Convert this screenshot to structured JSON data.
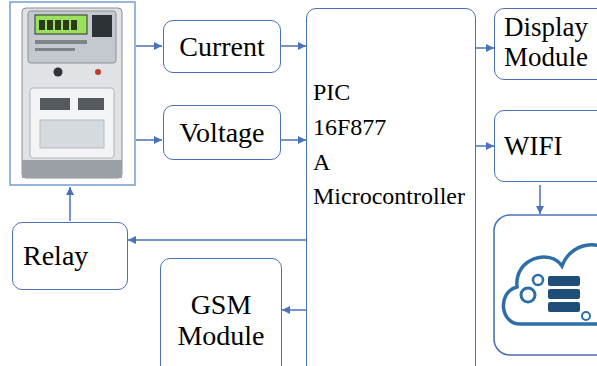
{
  "diagram": {
    "nodes": [
      {
        "text": [
          "Current"
        ]
      },
      {
        "text": [
          "Voltage"
        ]
      },
      {
        "text": [
          "PIC 16F877 A Microcontroller"
        ]
      },
      {
        "text": [
          "Display Module"
        ]
      },
      {
        "text": [
          "WIFI"
        ]
      },
      {
        "text": [
          "Relay"
        ]
      },
      {
        "text": [
          "GSM Module"
        ]
      }
    ],
    "edges": [
      {
        "from": 0,
        "to": 2,
        "arrow": "to"
      },
      {
        "from": 1,
        "to": 2,
        "arrow": "to"
      },
      {
        "from": 2,
        "to": 3,
        "arrow": "to"
      },
      {
        "from": 2,
        "to": 4,
        "arrow": "to"
      },
      {
        "from": 2,
        "to": 5,
        "arrow": "to"
      },
      {
        "from": 2,
        "to": 6,
        "arrow": "to"
      }
    ]
  }
}
